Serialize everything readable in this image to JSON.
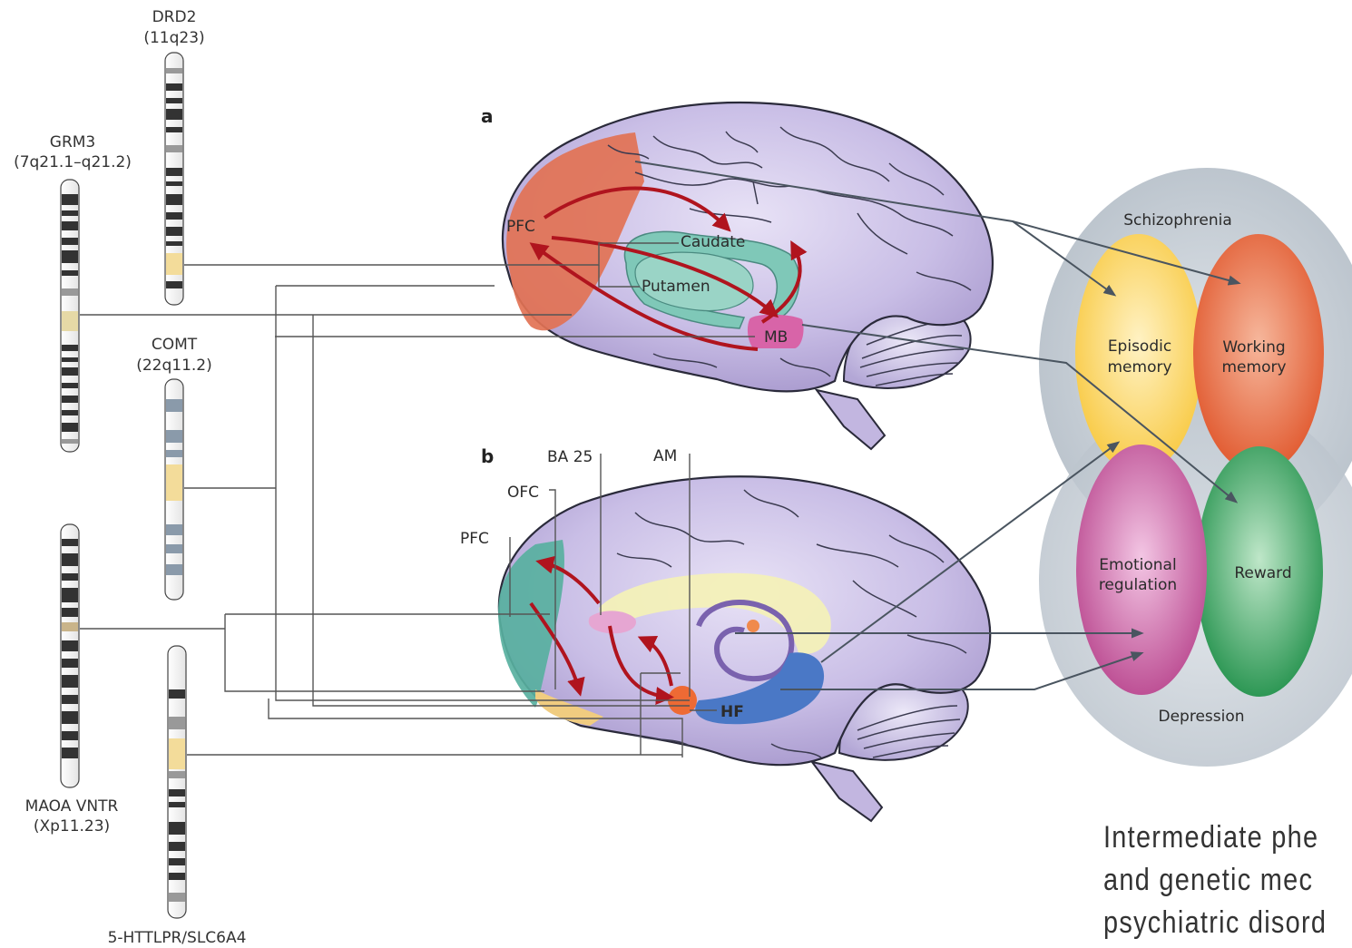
{
  "genes": {
    "drd2": {
      "name": "DRD2",
      "locus": "(11q23)"
    },
    "grm3": {
      "name": "GRM3",
      "locus": "(7q21.1–q21.2)"
    },
    "comt": {
      "name": "COMT",
      "locus": "(22q11.2)"
    },
    "maoa": {
      "name": "MAOA VNTR",
      "locus": "(Xp11.23)"
    },
    "httlpr": {
      "name": "5-HTTLPR/SLC6A4"
    }
  },
  "panels": {
    "a": "a",
    "b": "b"
  },
  "brain_a_labels": {
    "pfc": "PFC",
    "caudate": "Caudate",
    "putamen": "Putamen",
    "mb": "MB"
  },
  "brain_b_labels": {
    "ba25": "BA 25",
    "am": "AM",
    "ofc": "OFC",
    "pfc": "PFC",
    "hf": "HF"
  },
  "phenotypes": {
    "schizophrenia": "Schizophrenia",
    "depression": "Depression",
    "episodic_l1": "Episodic",
    "episodic_l2": "memory",
    "working_l1": "Working",
    "working_l2": "memory",
    "emotional_l1": "Emotional",
    "emotional_l2": "regulation",
    "reward": "Reward"
  },
  "caption": {
    "line1": "Intermediate phe",
    "line2": "and genetic mec",
    "line3": "psychiatric disord"
  },
  "colors": {
    "brain": "#c4b8e0",
    "pfc_a": "#e27254",
    "arrow": "#b0141e",
    "striatum": "#7fc8b8",
    "mb": "#d864a8",
    "hf": "#4a78c6",
    "episodic": "#fbd35c",
    "working": "#e66038",
    "emotional": "#c45a9e",
    "reward": "#2e9e58",
    "ellipse_bg": "#c8d0d8"
  }
}
